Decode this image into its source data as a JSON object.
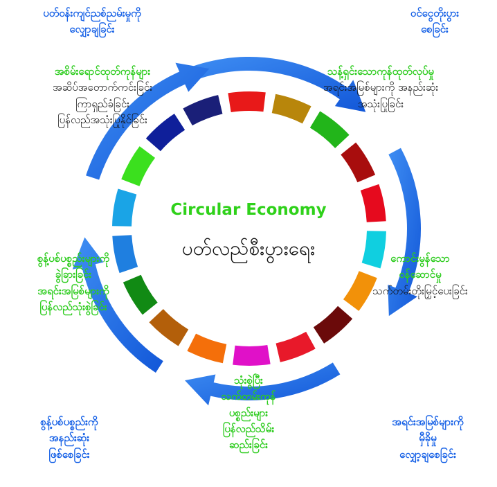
{
  "center": {
    "title": "Circular Economy",
    "subtitle": "ပတ်လည်စီးပွားရေး"
  },
  "corners": {
    "top_left": [
      "ပတ်ဝန်းကျင်ညစ်ညမ်းမှုကို",
      "လျှော့ချခြင်း"
    ],
    "top_right": [
      "ဝင်ငွေတိုးပွား",
      "စေခြင်း"
    ],
    "bottom_left": [
      "စွန့်ပစ်ပစ္စည်းကို",
      "အနည်းဆုံး",
      "ဖြစ်စေခြင်း"
    ],
    "bottom_right": [
      "အရင်းအမြစ်များကို",
      "မှီခိုမှု",
      "လျှော့ချစေခြင်း"
    ]
  },
  "stages": {
    "design": {
      "heading": "သန့်ရှင်းသောကုန်ထုတ်လုပ်မှု",
      "lines": [
        "အရင်းအမြစ်များကို အနည်းဆုံး",
        "အသုံးပြုခြင်း"
      ]
    },
    "service": {
      "heading": "ကောင်းမွန်သော",
      "heading2": "ဝန်ဆောင်မှု",
      "lines": [
        "သက်တမ်းတိုးမြှင့်ပေးခြင်း"
      ]
    },
    "reuse": {
      "lines": [
        "သုံးစွဲပြီး",
        "သက်တမ်းကုန်",
        "ပစ္စည်းများ",
        "ပြန်လည်သိမ်း",
        "ဆည်းခြင်း"
      ]
    },
    "recycle": {
      "lines": [
        "စွန့်ပစ်ပစ္စည်းများကို",
        "ခွဲခြားခြင်း",
        "အရင်းအမြစ်များကို",
        "ပြန်လည်သုံးစွဲခြင်း"
      ]
    },
    "green_products": {
      "heading": "အစိမ်းရောင်ထုတ်ကုန်များ",
      "lines": [
        "အဆိပ်အတောက်ကင်းခြင်း",
        "ကြာရှည်ခံခြင်း",
        "ပြန်လည်အသုံးပြုနိုင်ခြင်း"
      ]
    }
  },
  "ring": {
    "segment_colors": [
      "#e81919",
      "#b8860b",
      "#22b51a",
      "#a80d0d",
      "#e60a1e",
      "#10cfe0",
      "#f29109",
      "#6b0a0a",
      "#e8192a",
      "#e011c8",
      "#f46f0a",
      "#b35f0a",
      "#118a14",
      "#1f7fe0",
      "#1aa4e6",
      "#3be01e",
      "#0f1f9a",
      "#1a1f78"
    ],
    "arrow_color": "#1f6fe5"
  }
}
